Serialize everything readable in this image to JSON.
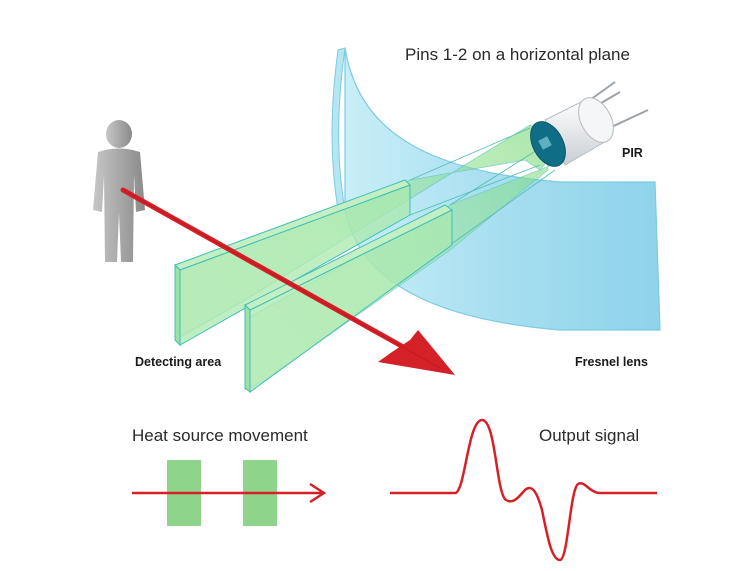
{
  "labels": {
    "pins": "Pins 1-2 on a horizontal plane",
    "pir": "PIR",
    "detecting_area": "Detecting area",
    "fresnel_lens": "Fresnel lens",
    "heat_source_movement": "Heat source movement",
    "output_signal": "Output signal"
  },
  "colors": {
    "lens": "#9fdbea",
    "lens_edge": "#6cc3db",
    "beam": "#8fe08a",
    "zone": "#a7e5a9",
    "zone_edge": "#3fbfb8",
    "arrow": "#d42027",
    "person": "#9a9a9a",
    "pulse": "#8ed48a",
    "sensor_body": "#e9ecef",
    "sensor_window": "#0f6e86"
  },
  "icons": {
    "person": "person-silhouette-icon",
    "sensor": "pir-sensor-icon",
    "arrow": "arrow-right-icon"
  }
}
